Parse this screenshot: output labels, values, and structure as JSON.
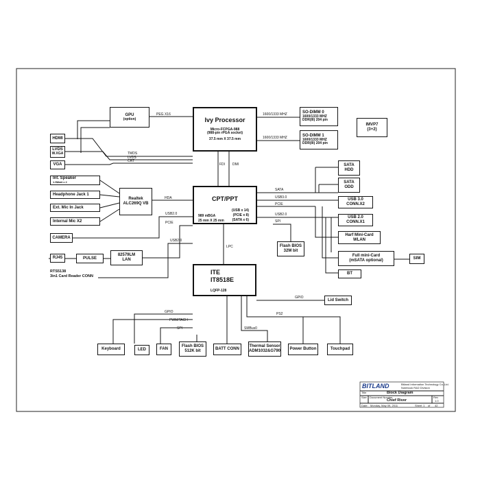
{
  "blocks": {
    "gpu": {
      "title": "GPU",
      "sub": "(option)"
    },
    "ivy": {
      "title": "Ivy Processor",
      "sub1": "Micro-FCPGA-988",
      "sub2": "(988-pin rPGA socket)",
      "sub3": "37.5 mm X 37.5 mm"
    },
    "sodimm0": {
      "l1": "SO-DIMM 0",
      "l2": "1600/1333 MHZ",
      "l3": "DDR(III)   204 pin"
    },
    "sodimm1": {
      "l1": "SO-DIMM 1",
      "l2": "1600/1333 MHZ",
      "l3": "DDR(III)   204 pin"
    },
    "imvp": {
      "l1": "IMVP7",
      "l2": "(3+2)"
    },
    "hdmi": "HDMI",
    "lvds": {
      "l1": "LVDS",
      "l2": "W.XGA"
    },
    "vga": "VGA",
    "speaker": {
      "l1": "Int. Speaker",
      "l2": "1.5Watt x 2"
    },
    "headphone": "Headphone  Jack 1",
    "extmic": "Ext. Mic In Jack",
    "intmic": "Internal Mic X2",
    "realtek": {
      "l1": "Realtek",
      "l2": "ALC269Q VB"
    },
    "camera": "CAMERA",
    "rj45": "RJ45",
    "pulse": "PULSE",
    "lan": {
      "l1": "82579LM",
      "l2": "LAN"
    },
    "cardreader": {
      "l1": "RTS5138",
      "l2": "3in1 Card Reader CONN"
    },
    "cpt": {
      "title": "CPT/PPT",
      "l1": "(USB x 14)",
      "l2": "(PCIE x 8)",
      "l3": "(SATA x 6)",
      "l4": "989 mBGA",
      "l5": "25 mm X 25 mm"
    },
    "sata_hdd": {
      "l1": "SATA",
      "l2": "HDD"
    },
    "sata_odd": {
      "l1": "SATA",
      "l2": "ODD"
    },
    "usb30": {
      "l1": "USB 3.0",
      "l2": "CONN.X2"
    },
    "usb20": {
      "l1": "USB 2.0",
      "l2": "CONN.X1"
    },
    "halfmini": {
      "l1": "Harf Mini-Card",
      "l2": "WLAN"
    },
    "fullmini": {
      "l1": "Full mini-Card",
      "l2": "(mSATA optional)"
    },
    "sim": "SIM",
    "bt": "BT",
    "flashbios_pch": {
      "l1": "Flash BIOS",
      "l2": "32M bit"
    },
    "ite": {
      "l1": "ITE",
      "l2": "IT8518E",
      "l3": "LQFP-128"
    },
    "lidswitch": "Lid Switch",
    "keyboard": "Keyboard",
    "led": "LED",
    "fan": "FAN",
    "flashbios_ec": {
      "l1": "Flash BIOS",
      "l2": "512K bit"
    },
    "battconn": "BATT CONN",
    "thermal": {
      "l1": "Thermal Sensor",
      "l2": "ADM1032&G790"
    },
    "powerbutton": "Power Button",
    "touchpad": "Touchpad"
  },
  "signals": {
    "peg": "PEG X16",
    "mem0": "1600/1333 MHZ",
    "mem1": "1600/1333 MHZ",
    "tmds": "TMDS",
    "lvds": "LVDS",
    "crt": "CRT",
    "fdi": "FDI",
    "dmi": "DMI",
    "hda": "HDA",
    "usb20_camera": "USB2.0",
    "pcie_lan": "PCIE",
    "usb20_card": "USB2.0",
    "sata": "SATA",
    "usb30": "USB3.0",
    "pcie_right": "PCIE",
    "usb20_right": "USB2.0",
    "spi_pch": "SPI",
    "lpc": "LPC",
    "gpio_lid": "GPIO",
    "gpio_led": "GPIO",
    "pwm": "PWM/TACH",
    "spi_ec": "SPI",
    "smbus": "SMBus0",
    "ps2": "PS2"
  },
  "title_block": {
    "brand": "BITLAND",
    "company_l1": "Bitland Information Technology Co.,Ltd.",
    "company_l2": "Notebook R&D Division",
    "title_label": "Title",
    "title": "Block Diagram",
    "size_label": "Size",
    "docnum_label": "Document Number",
    "docnum": "Chief River",
    "rev_label": "Rev",
    "rev": "1.0",
    "date_label": "Date:",
    "date": "Monday, May 09, 2011",
    "sheet_label": "Sheet",
    "sheet": "1",
    "of_label": "of",
    "of": "42"
  }
}
